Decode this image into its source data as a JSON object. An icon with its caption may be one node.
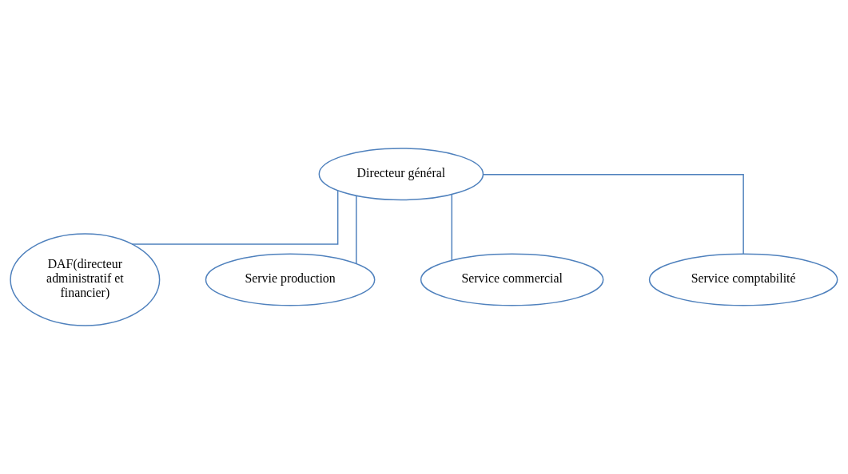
{
  "diagram": {
    "nodes": [
      {
        "text": [
          "Directeur général"
        ]
      },
      {
        "text": [
          "DAF(directeur administratif et financier)"
        ]
      },
      {
        "text": [
          "Servie production"
        ]
      },
      {
        "text": [
          "Service commercial"
        ]
      },
      {
        "text": [
          "Service comptabilité"
        ]
      }
    ],
    "edges": [
      {
        "from": 0,
        "to": 1,
        "arrow": "none"
      },
      {
        "from": 0,
        "to": 2,
        "arrow": "none"
      },
      {
        "from": 0,
        "to": 3,
        "arrow": "none"
      },
      {
        "from": 0,
        "to": 4,
        "arrow": "none"
      }
    ]
  }
}
